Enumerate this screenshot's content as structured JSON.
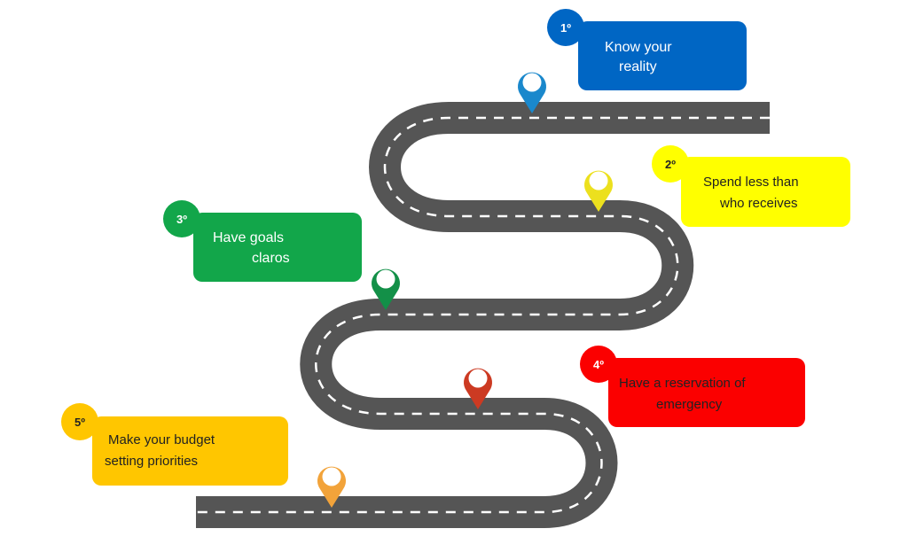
{
  "steps": [
    {
      "number": "1º",
      "line1": "Know your",
      "line2": "reality",
      "color": "#0066c4",
      "pin_color": "#1a88cc"
    },
    {
      "number": "2º",
      "line1": "Spend less than",
      "line2": "who receives",
      "color": "#ffff00",
      "pin_color": "#ece01e"
    },
    {
      "number": "3º",
      "line1": "Have goals",
      "line2": "claros",
      "color": "#12a64a",
      "pin_color": "#139048"
    },
    {
      "number": "4º",
      "line1": "Have a reservation of",
      "line2": "emergency",
      "color": "#fb0000",
      "pin_color": "#cc3a22"
    },
    {
      "number": "5º",
      "line1": "Make your budget",
      "line2": "setting priorities",
      "color": "#ffc600",
      "pin_color": "#f2a33a"
    }
  ],
  "road": {
    "color": "#555555",
    "dash_color": "#ffffff"
  }
}
